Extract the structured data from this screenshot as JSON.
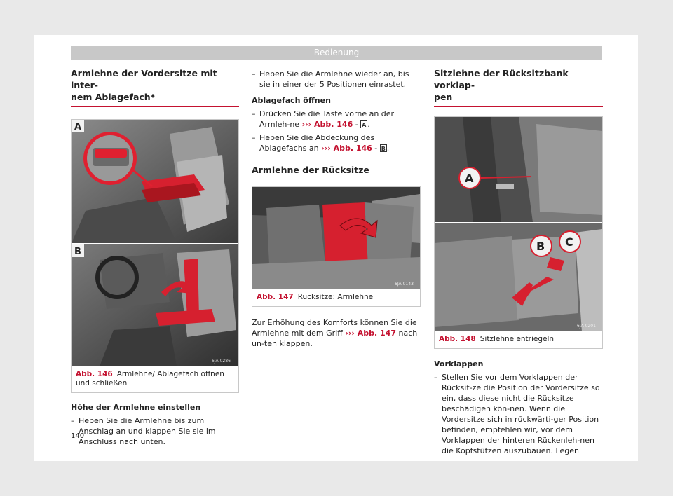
{
  "header": {
    "title": "Bedienung"
  },
  "col1": {
    "heading": "Armlehne der Vordersitze mit inter-\nnem Ablagefach*",
    "heading_line1": "Armlehne der Vordersitze mit inter-",
    "heading_line2": "nem Ablagefach*",
    "figure": {
      "label_a": "A",
      "label_b": "B",
      "code": "6JA-0286",
      "number": "Abb. 146",
      "caption": "Armlehne/ Ablagefach öffnen und schließen"
    },
    "subheading": "Höhe der Armlehne einstellen",
    "bullet1": "Heben Sie die Armlehne bis zum Anschlag an und klappen Sie sie im Anschluss nach unten."
  },
  "col2": {
    "bullet_cont": "Heben Sie die Armlehne wieder an, bis sie in einer der 5 Positionen einrastet.",
    "subheading": "Ablagefach öffnen",
    "bullet_a_prefix": "Drücken Sie die Taste vorne an der Armleh-ne",
    "bullet_a_ref": "››› Abb. 146",
    "bullet_a_sep": " - ",
    "bullet_a_box": "A",
    "bullet_b_prefix": "Heben Sie die Abdeckung des Ablagefachs an",
    "bullet_b_ref": "››› Abb. 146",
    "bullet_b_sep": " - ",
    "bullet_b_box": "B",
    "section": "Armlehne der Rücksitze",
    "figure": {
      "code": "6JA-0143",
      "number": "Abb. 147",
      "caption": "Rücksitze: Armlehne"
    },
    "para_prefix": "Zur Erhöhung des Komforts können Sie die Armlehne mit dem Griff",
    "para_ref": "››› Abb. 147",
    "para_suffix": "nach un-ten klappen."
  },
  "col3": {
    "heading_line1": "Sitzlehne der Rücksitzbank vorklap-",
    "heading_line2": "pen",
    "figure": {
      "label_a": "A",
      "label_b": "B",
      "label_c": "C",
      "code": "6JA-0201",
      "number": "Abb. 148",
      "caption": "Sitzlehne entriegeln"
    },
    "subheading": "Vorklappen",
    "bullet1": "Stellen Sie vor dem Vorklappen der Rücksit-ze die Position der Vordersitze so ein, dass diese nicht die Rücksitze beschädigen kön-nen. Wenn die Vordersitze sich in rückwärti-ger Position befinden, empfehlen wir, vor dem Vorklappen der hinteren Rückenleh-nen die Kopfstützen auszubauen. Legen"
  },
  "footer": {
    "page_number": "140"
  },
  "colors": {
    "accent": "#c41230",
    "header_band": "#c8c8c8",
    "page_bg": "#e9e9e9"
  }
}
